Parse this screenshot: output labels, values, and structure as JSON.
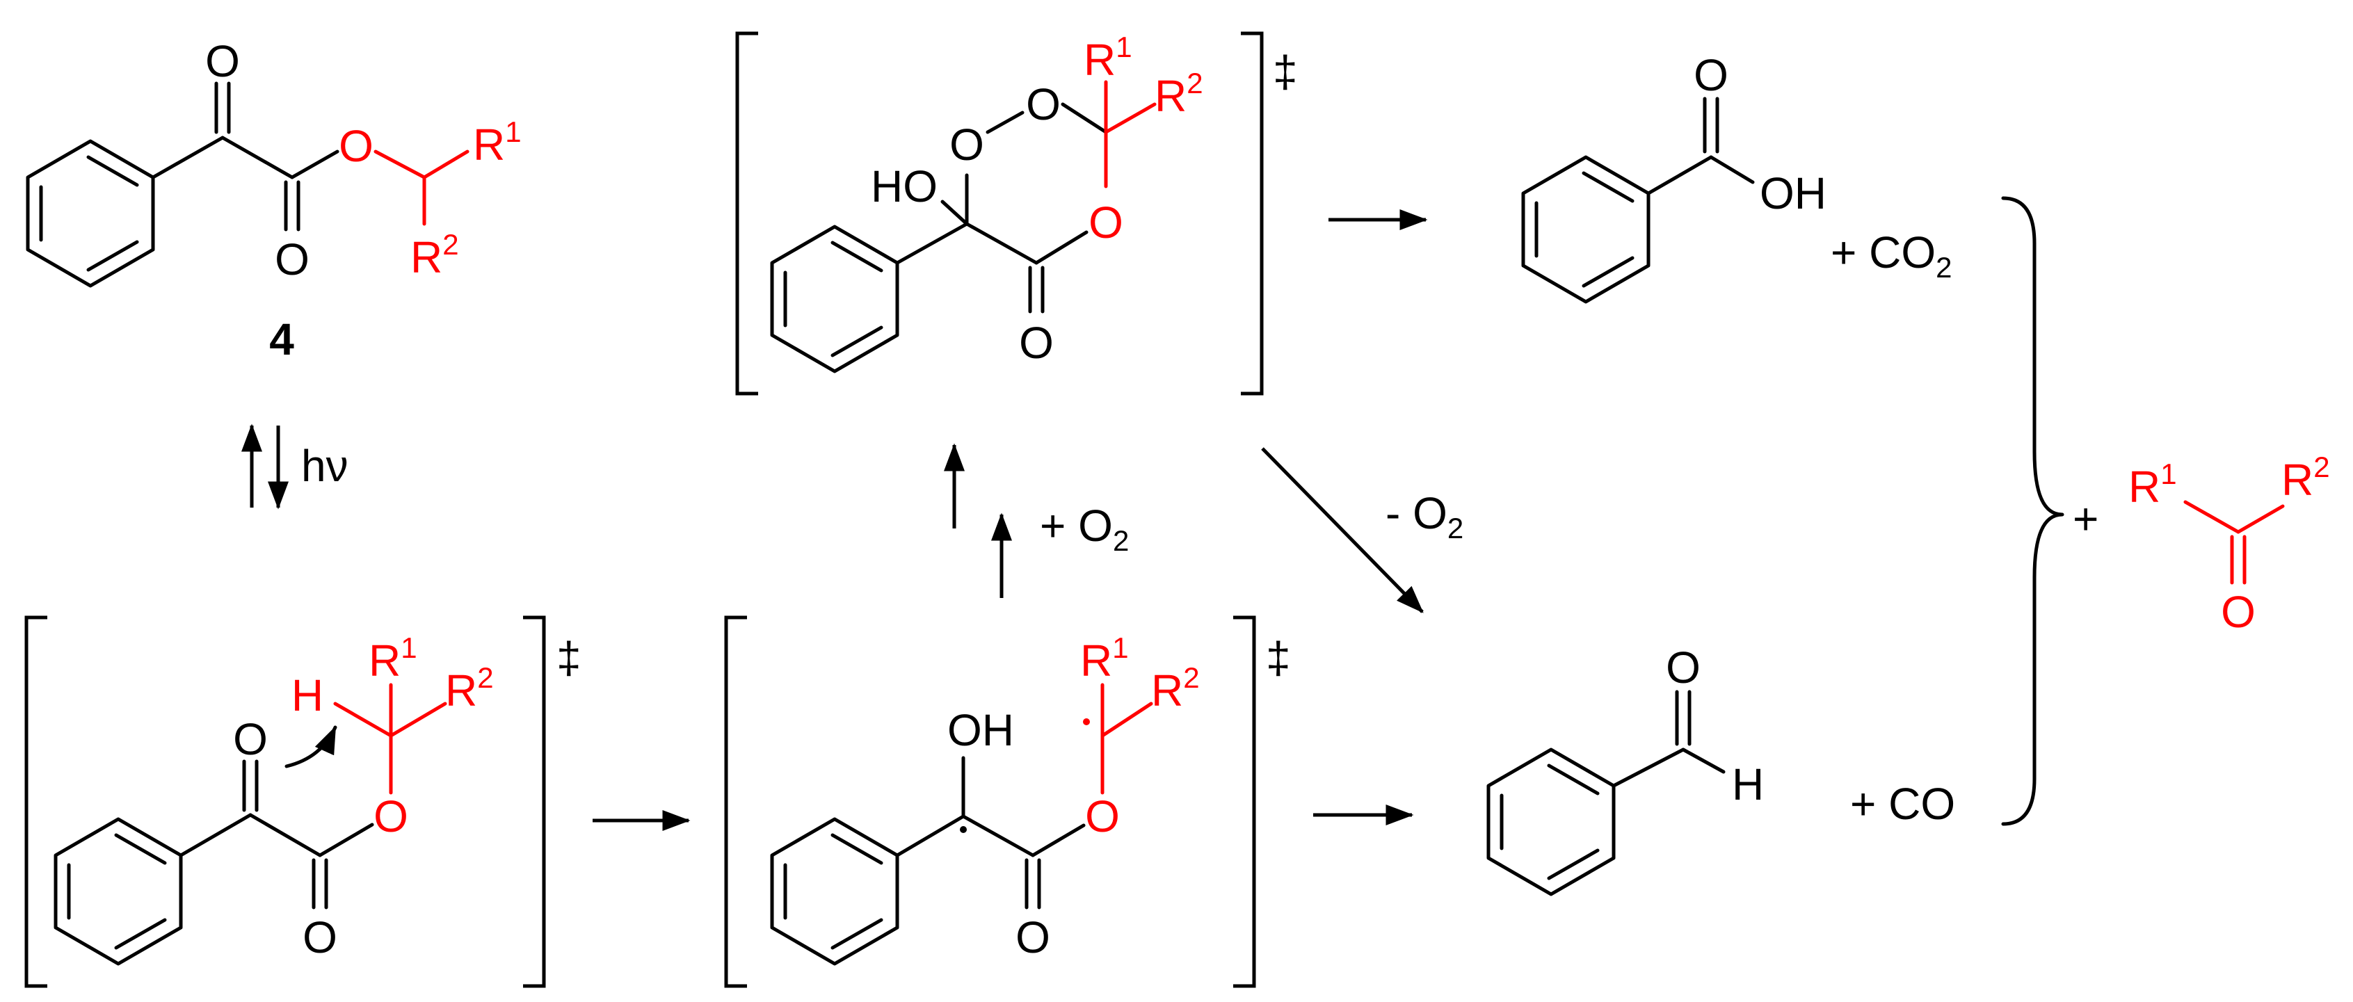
{
  "labels": {
    "O": "O",
    "OH": "OH",
    "HO": "HO",
    "H": "H",
    "R": "R",
    "sup1": "1",
    "sup2": "2",
    "sub2": "2",
    "compound_number": "4",
    "hv": "hν",
    "plus_O2": "+ O",
    "minus_O2": "- O",
    "plus_CO2": "+ CO",
    "plus_CO": "+ CO",
    "plus": "+",
    "double_dagger": "‡"
  },
  "colors": {
    "main": "#000000",
    "highlight": "#ff0000"
  }
}
